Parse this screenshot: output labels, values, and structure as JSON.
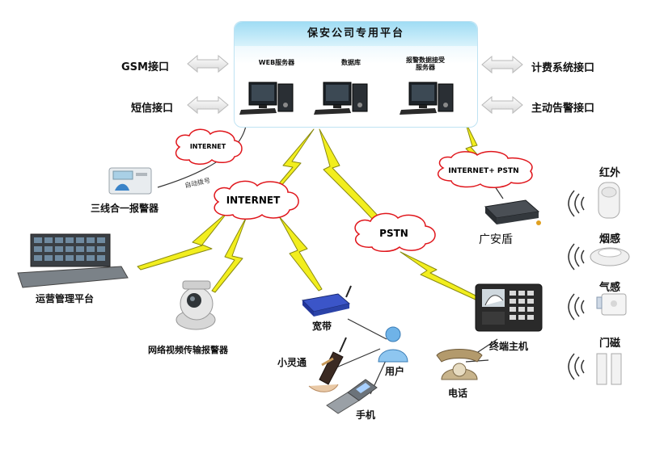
{
  "platform": {
    "title": "保安公司专用平台",
    "servers": [
      "WEB服务器",
      "数据库",
      "报警数据接受服务器"
    ]
  },
  "left_interfaces": [
    "GSM接口",
    "短信接口"
  ],
  "right_interfaces": [
    "计费系统接口",
    "主动告警接口"
  ],
  "clouds": {
    "internet_small": "INTERNET",
    "internet_main": "INTERNET",
    "internet_pstn": "INTERNET+ PSTN",
    "pstn": "PSTN"
  },
  "auto_dial": "自动拨号",
  "devices": {
    "three_in_one": "三线合一报警器",
    "ops_platform": "运营管理平台",
    "video_alarm": "网络视频传输报警器",
    "broadband": "宽带",
    "xiaolingtong": "小灵通",
    "user": "用户",
    "phone_mobile": "手机",
    "telephone": "电话",
    "terminal_host": "终端主机",
    "guang_an_dun": "广安盾"
  },
  "sensors": [
    "红外",
    "烟感",
    "气感",
    "门磁"
  ],
  "colors": {
    "lightning": "#f2ee1e",
    "lightning_edge": "#8a8a10",
    "cloud_border": "#e0161c",
    "header_blue": "#9fdcf4"
  }
}
